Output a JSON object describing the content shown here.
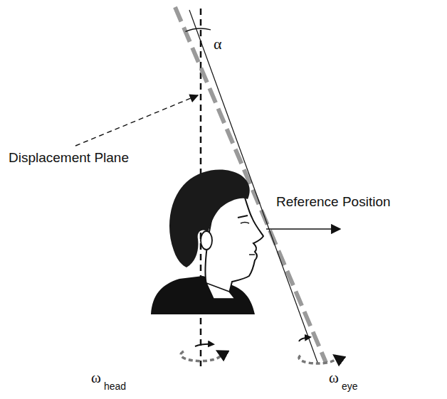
{
  "diagram": {
    "labels": [
      "α",
      "Displacement Plane",
      "Reference Position",
      "ω",
      "head",
      "ω",
      "eye"
    ]
  }
}
